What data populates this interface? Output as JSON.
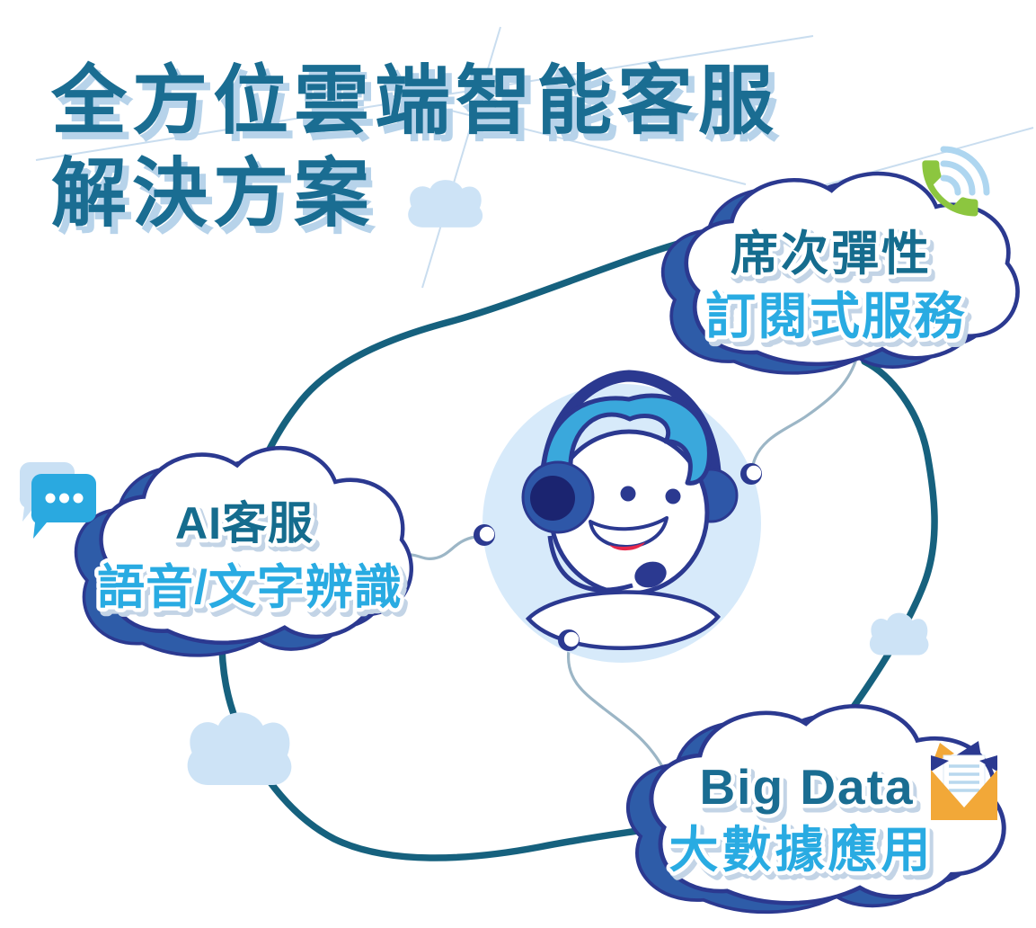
{
  "title": {
    "line1": "全方位雲端智能客服",
    "line2": "解決方案"
  },
  "clouds": {
    "top_right": {
      "label1": "席次彈性",
      "label2": "訂閱式服務",
      "icon": "phone-icon"
    },
    "left": {
      "label1": "AI客服",
      "label2": "語音/文字辨識",
      "icon": "chat-icon"
    },
    "bottom_right": {
      "label1": "Big Data",
      "label2": "大數據應用",
      "icon": "envelope-icon"
    }
  },
  "center_figure": "customer-service-robot",
  "colors": {
    "title_teal": "#1a6d92",
    "accent_blue": "#29abe2",
    "outline_navy": "#2b3990",
    "crescent_blue": "#2e5ca8",
    "blob_teal": "#16617e",
    "light_cloud": "#cde3f6",
    "center_circle": "#d7eafa",
    "phone_green": "#8cc63f",
    "envelope_orange": "#f2a838",
    "chat_blue": "#2aa9e0",
    "connector_gray": "#9cb6c6"
  }
}
